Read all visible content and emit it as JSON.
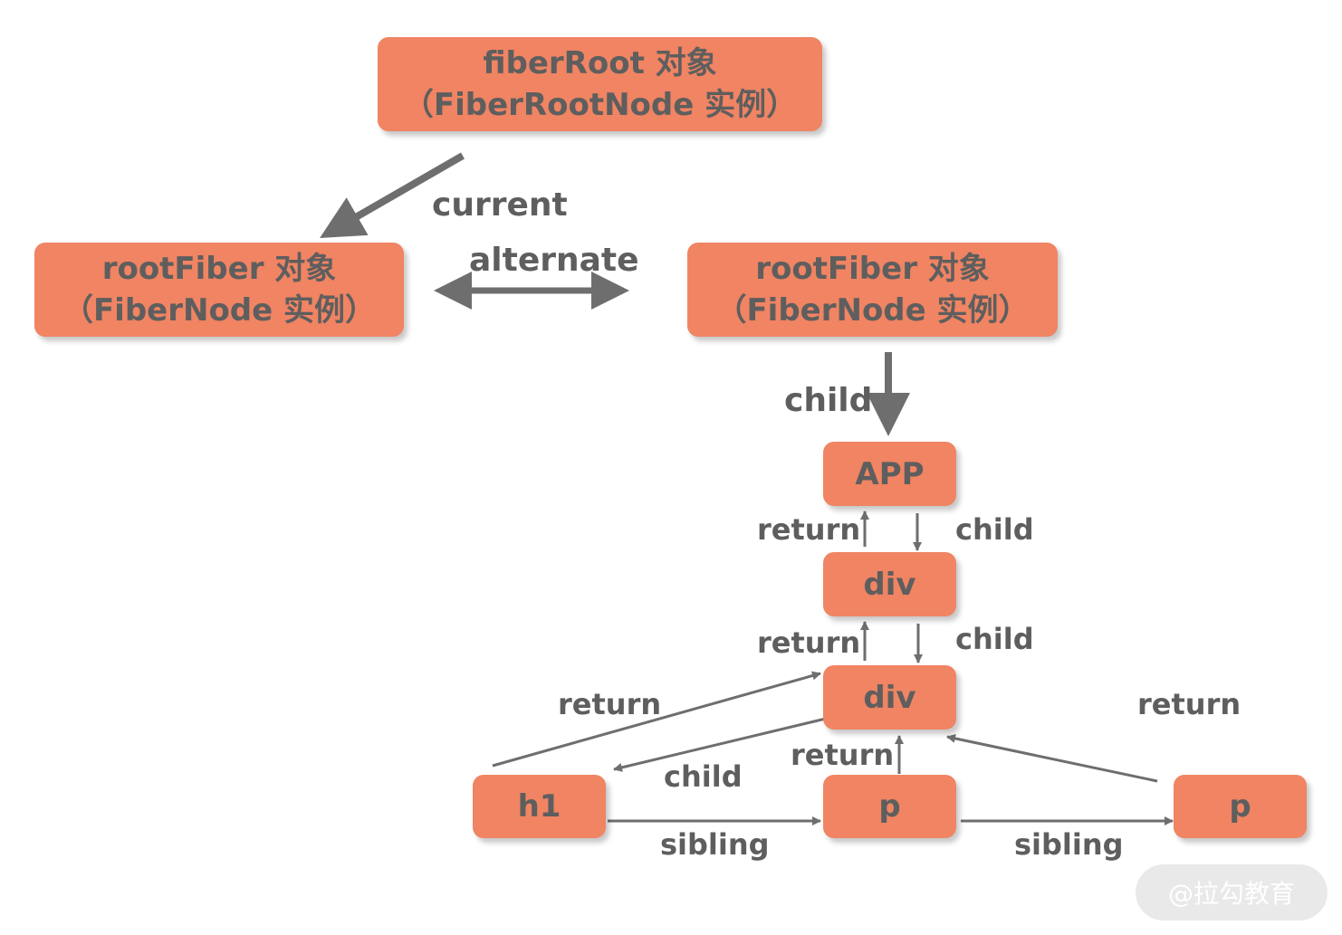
{
  "nodes": {
    "fiber_root": {
      "line1": "fiberRoot 对象",
      "line2": "（FiberRootNode 实例）"
    },
    "root_fiber_current": {
      "line1": "rootFiber 对象",
      "line2": "（FiberNode 实例）"
    },
    "root_fiber_alternate": {
      "line1": "rootFiber 对象",
      "line2": "（FiberNode 实例）"
    },
    "app": {
      "label": "APP"
    },
    "div_outer": {
      "label": "div"
    },
    "div_inner": {
      "label": "div"
    },
    "h1": {
      "label": "h1"
    },
    "p_first": {
      "label": "p"
    },
    "p_second": {
      "label": "p"
    }
  },
  "edges": {
    "current": "current",
    "alternate": "alternate",
    "child_root_to_app": "child",
    "return_div_to_app": "return",
    "child_app_to_div": "child",
    "return_div_to_div": "return",
    "child_div_to_div": "child",
    "return_h1_to_div": "return",
    "child_div_to_h1": "child",
    "return_p_to_div": "return",
    "return_p2_to_div": "return",
    "sibling_h1_to_p": "sibling",
    "sibling_p_to_p": "sibling"
  },
  "watermark": "@拉勾教育",
  "colors": {
    "node_fill": "#f08463",
    "text": "#5e5e5e",
    "arrow": "#6e6e6e"
  }
}
